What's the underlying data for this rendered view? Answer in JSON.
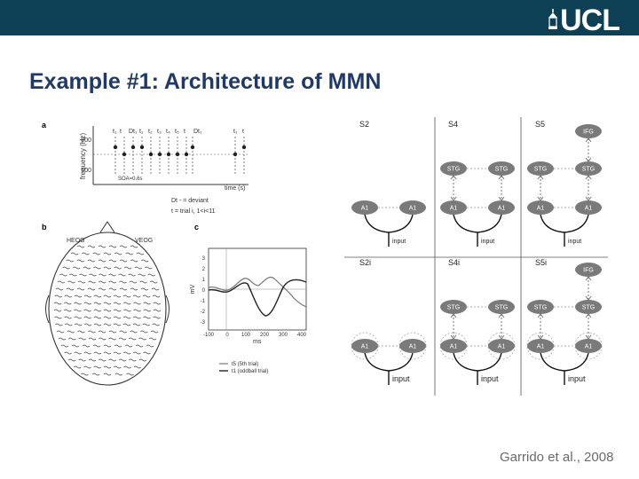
{
  "header": {
    "logo_text": "UCL"
  },
  "slide": {
    "title": "Example #1: Architecture of MMN",
    "citation": "Garrido et al., 2008"
  },
  "figure": {
    "panel_a": {
      "label": "a",
      "ylabel": "frequency (Hz)",
      "xlabel": "time (s)",
      "y_tick_high": "800",
      "y_tick_low": "600",
      "soa": "SOA=0.6s",
      "top_labels": [
        "t₁",
        "t",
        "Dt₁",
        "t₁",
        "t₂",
        "t₃",
        "t₄",
        "t₅",
        "t",
        "Dt₁",
        "t₁",
        "t"
      ],
      "legend_deviant": "Dt - = deviant",
      "legend_trial": "t = trial i, 1<i<11"
    },
    "panel_b": {
      "label": "b",
      "heog": "HEOG",
      "veog": "VEOG"
    },
    "panel_c": {
      "label": "c",
      "ylabel": "mV",
      "xlabel": "ms",
      "y_ticks": [
        "3",
        "2",
        "1",
        "0",
        "-1",
        "-2",
        "-3"
      ],
      "x_ticks": [
        "-100",
        "0",
        "100",
        "200",
        "300",
        "400"
      ],
      "legend_1": "t5 (5th trial)",
      "legend_2": "t1 (oddball trial)"
    },
    "models": {
      "s2": "S2",
      "s4": "S4",
      "s5": "S5",
      "s2i": "S2i",
      "s4i": "S4i",
      "s5i": "S5i",
      "node_a1": "A1",
      "node_stg": "STG",
      "node_ifg": "IFG",
      "node_input": "input"
    }
  }
}
